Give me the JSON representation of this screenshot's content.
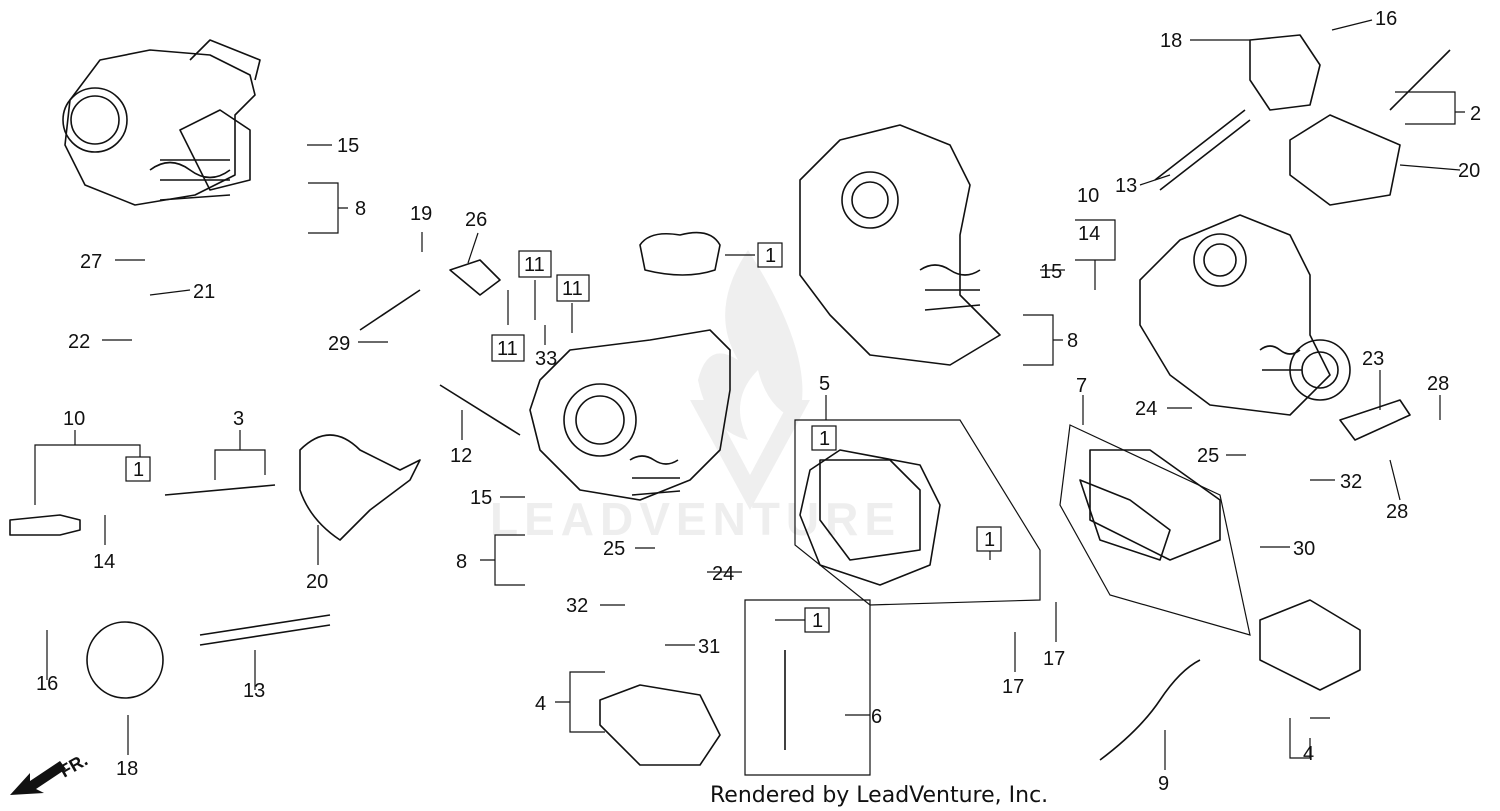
{
  "watermark_text": "LEADVENTURE",
  "credit": "Rendered by LeadVenture, Inc.",
  "direction_label": "FR.",
  "callouts": [
    {
      "id": "c16a",
      "text": "16"
    },
    {
      "id": "c18a",
      "text": "18"
    },
    {
      "id": "c2",
      "text": "2"
    },
    {
      "id": "c20a",
      "text": "20"
    },
    {
      "id": "c13a",
      "text": "13"
    },
    {
      "id": "c10a",
      "text": "10"
    },
    {
      "id": "c14a",
      "text": "14"
    },
    {
      "id": "c15a",
      "text": "15"
    },
    {
      "id": "c8a",
      "text": "8"
    },
    {
      "id": "c1a",
      "text": "1"
    },
    {
      "id": "c15b",
      "text": "15"
    },
    {
      "id": "c8b",
      "text": "8"
    },
    {
      "id": "c19",
      "text": "19"
    },
    {
      "id": "c26",
      "text": "26"
    },
    {
      "id": "c11a",
      "text": "11"
    },
    {
      "id": "c11b",
      "text": "11"
    },
    {
      "id": "c11c",
      "text": "11"
    },
    {
      "id": "c33",
      "text": "33"
    },
    {
      "id": "c29",
      "text": "29"
    },
    {
      "id": "c27",
      "text": "27"
    },
    {
      "id": "c21",
      "text": "21"
    },
    {
      "id": "c22",
      "text": "22"
    },
    {
      "id": "c10b",
      "text": "10"
    },
    {
      "id": "c3",
      "text": "3"
    },
    {
      "id": "c1b",
      "text": "1"
    },
    {
      "id": "c14b",
      "text": "14"
    },
    {
      "id": "c20b",
      "text": "20"
    },
    {
      "id": "c12",
      "text": "12"
    },
    {
      "id": "c15c",
      "text": "15"
    },
    {
      "id": "c8c",
      "text": "8"
    },
    {
      "id": "c25a",
      "text": "25"
    },
    {
      "id": "c24a",
      "text": "24"
    },
    {
      "id": "c32a",
      "text": "32"
    },
    {
      "id": "c31",
      "text": "31"
    },
    {
      "id": "c5",
      "text": "5"
    },
    {
      "id": "c1c",
      "text": "1"
    },
    {
      "id": "c1d",
      "text": "1"
    },
    {
      "id": "c7",
      "text": "7"
    },
    {
      "id": "c17a",
      "text": "17"
    },
    {
      "id": "c17b",
      "text": "17"
    },
    {
      "id": "c1e",
      "text": "1"
    },
    {
      "id": "c6",
      "text": "6"
    },
    {
      "id": "c4a",
      "text": "4"
    },
    {
      "id": "c16b",
      "text": "16"
    },
    {
      "id": "c18b",
      "text": "18"
    },
    {
      "id": "c13b",
      "text": "13"
    },
    {
      "id": "c24b",
      "text": "24"
    },
    {
      "id": "c25b",
      "text": "25"
    },
    {
      "id": "c32b",
      "text": "32"
    },
    {
      "id": "c23",
      "text": "23"
    },
    {
      "id": "c28a",
      "text": "28"
    },
    {
      "id": "c28b",
      "text": "28"
    },
    {
      "id": "c30",
      "text": "30"
    },
    {
      "id": "c9",
      "text": "9"
    },
    {
      "id": "c4b",
      "text": "4"
    }
  ]
}
